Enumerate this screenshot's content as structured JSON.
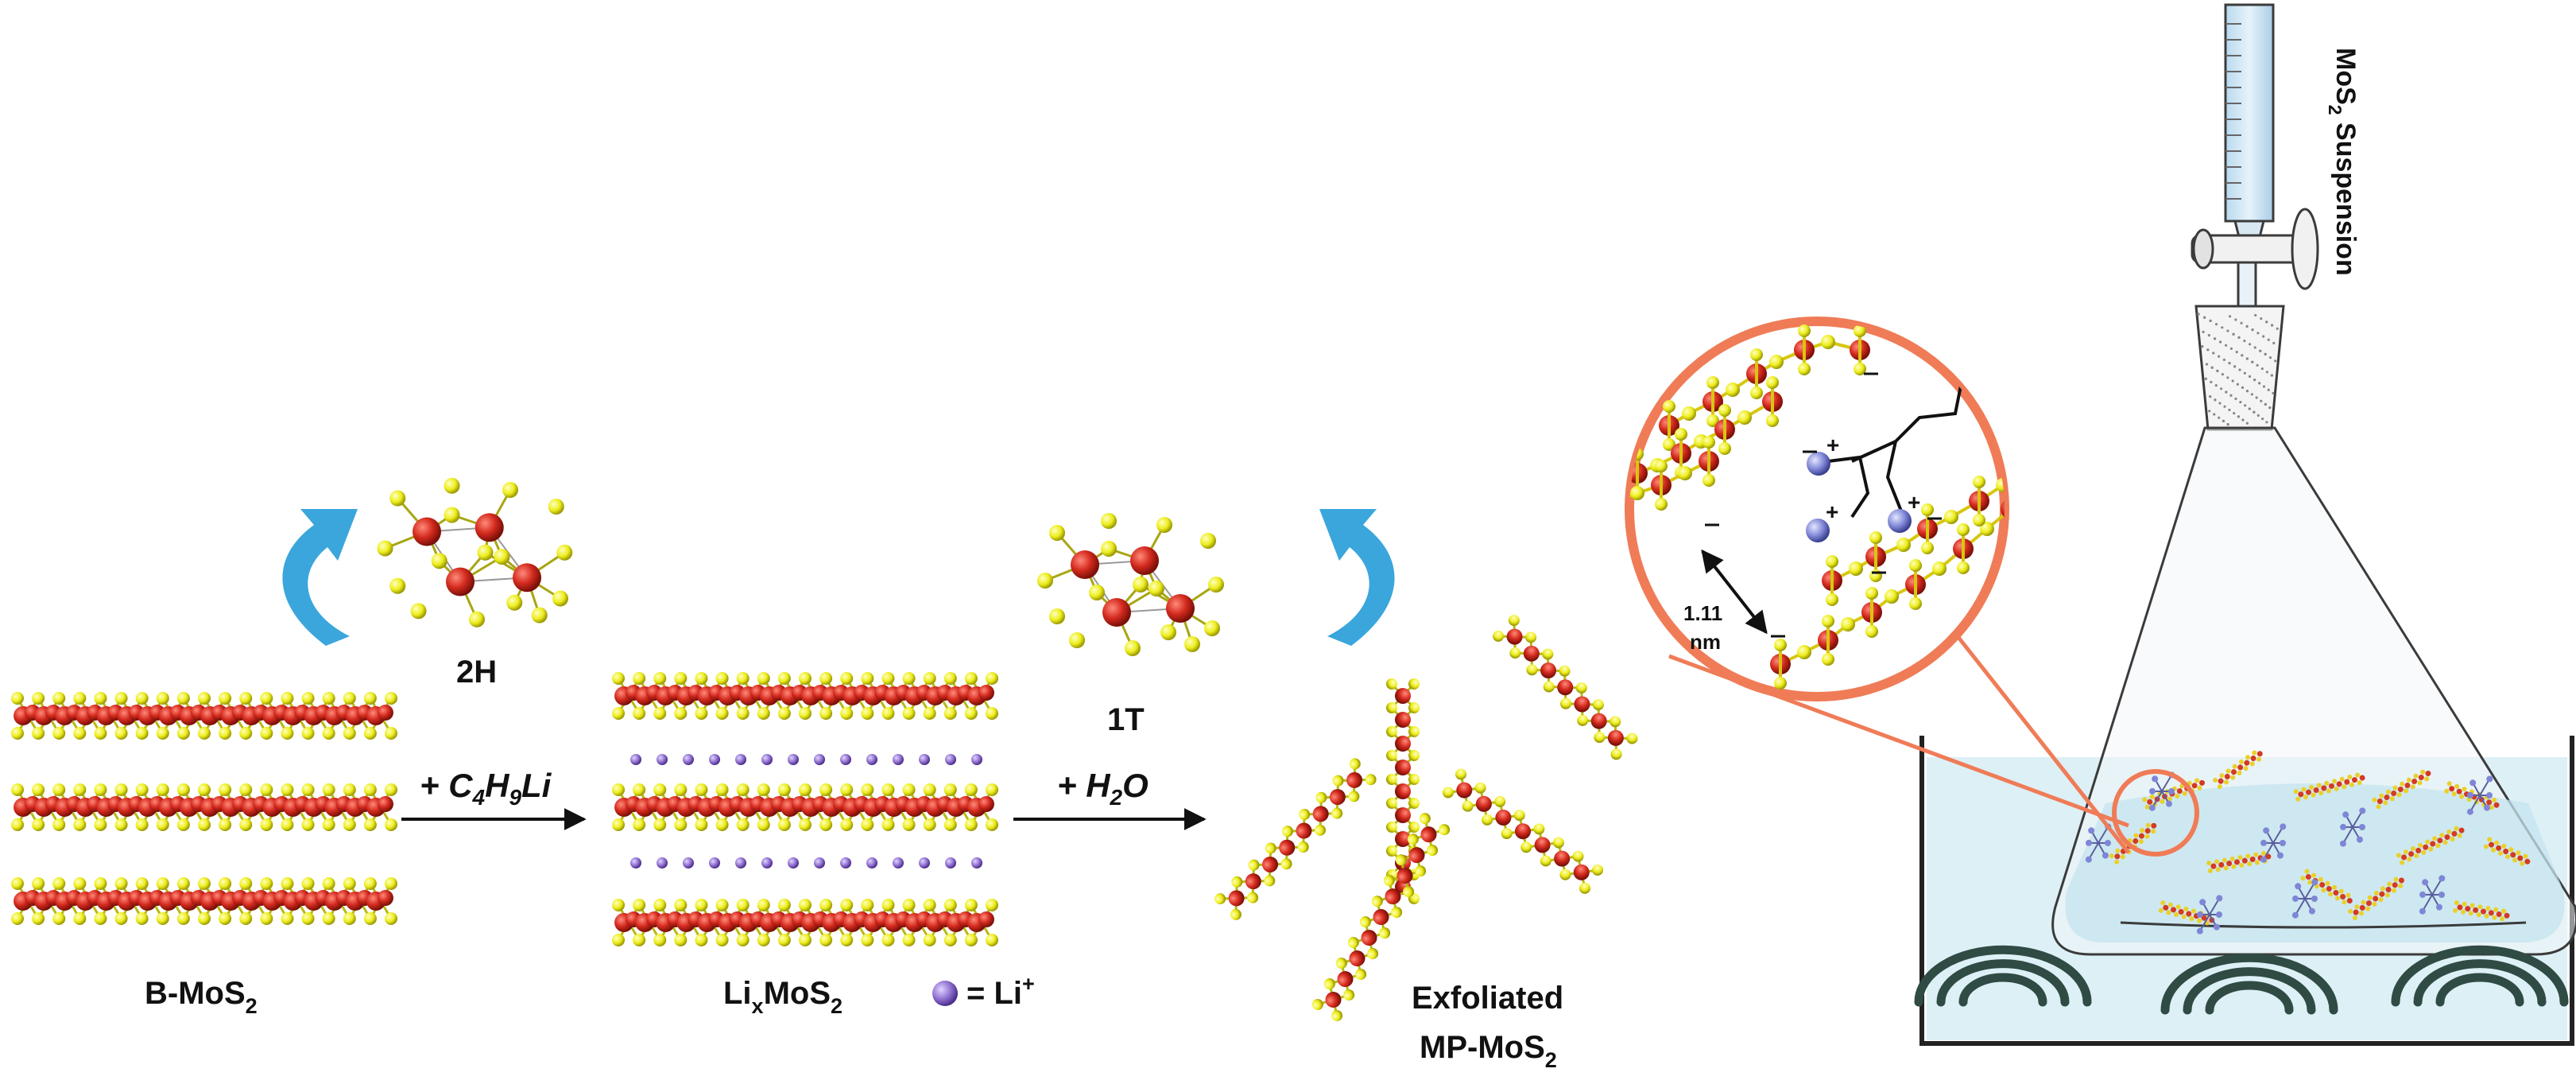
{
  "labels": {
    "bulk": "B-MoS",
    "bulk_sub": "2",
    "phase_2h": "2H",
    "phase_1t": "1T",
    "reagent_1_prefix": "+ C",
    "reagent_1_sub_a": "4",
    "reagent_1_mid": "H",
    "reagent_1_sub_b": "9",
    "reagent_1_end": "Li",
    "reagent_2_prefix": "+ H",
    "reagent_2_sub": "2",
    "reagent_2_end": "O",
    "intercalated_a": "Li",
    "intercalated_sub_x": "x",
    "intercalated_b": "MoS",
    "intercalated_sub_2": "2",
    "legend_eq": "=  Li",
    "legend_sup": "+",
    "exfoliated_line1": "Exfoliated",
    "exfoliated_line2": "MP-MoS",
    "exfoliated_sub": "2",
    "suspension_a": "MoS",
    "suspension_sub": "2",
    "suspension_b": " Suspension",
    "spacing_value": "1.11",
    "spacing_unit": "nm"
  },
  "colors": {
    "molybdenum": "#d42a1e",
    "sulfur": "#eded1c",
    "lithium": "#8f6fcf",
    "arrow_blue": "#3aa6dc",
    "magnifier": "#ef7c57",
    "water": "#dcf0f6",
    "ion_blue": "#7f86d6"
  }
}
